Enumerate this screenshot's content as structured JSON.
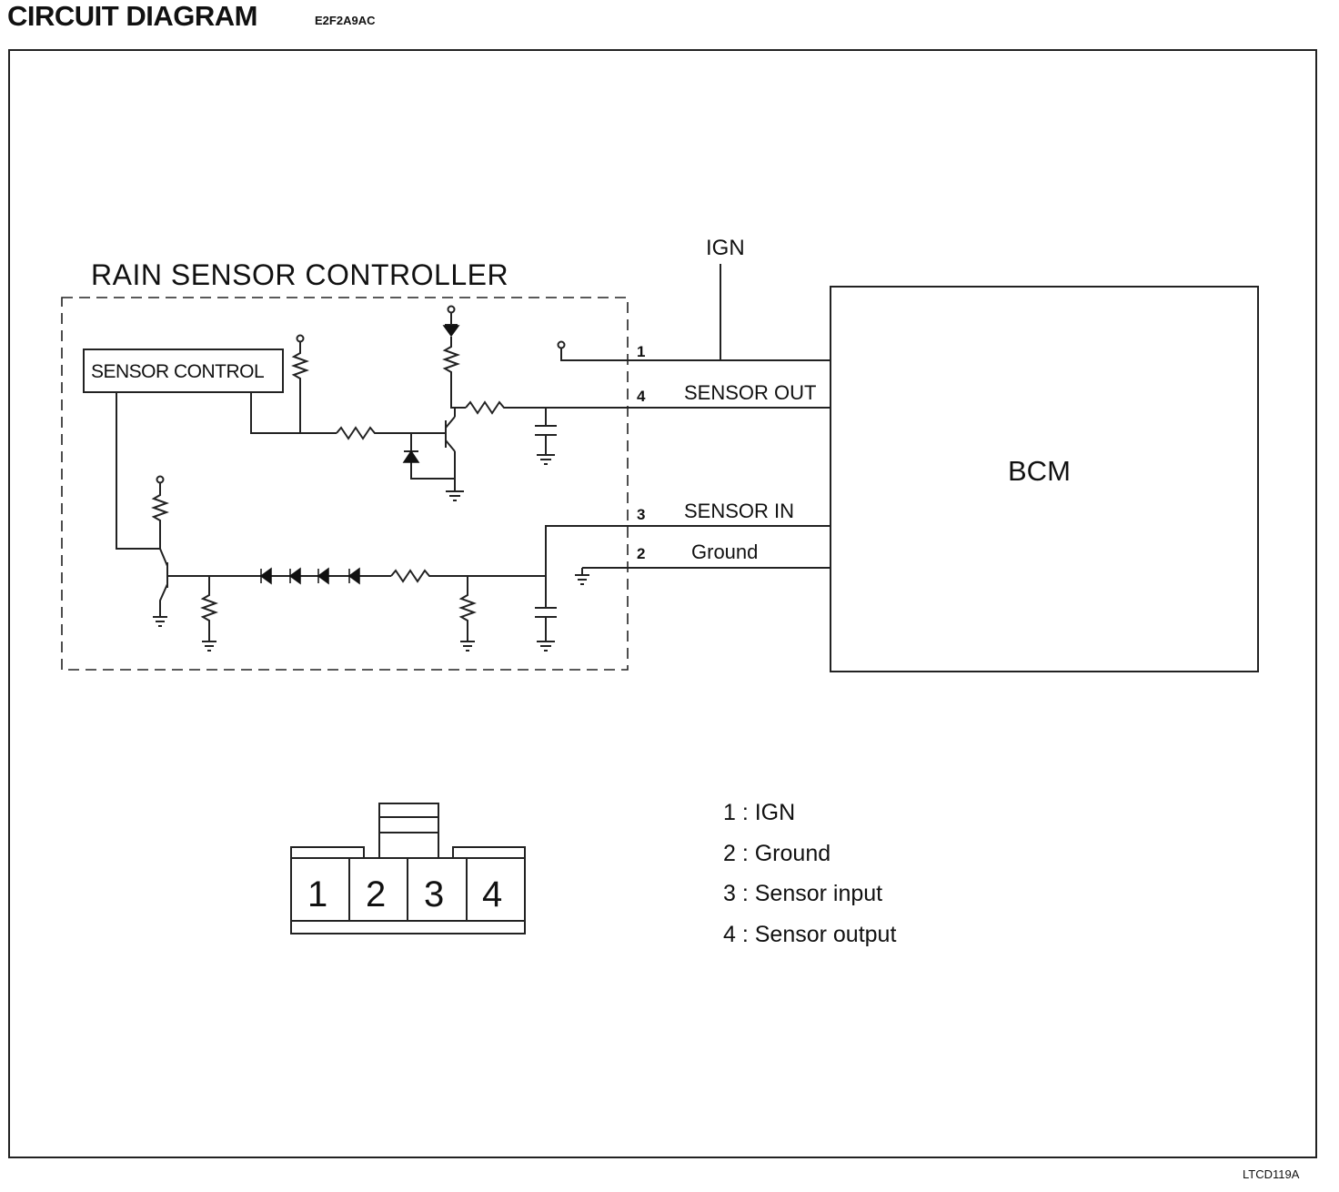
{
  "header": {
    "title": "CIRCUIT  DIAGRAM",
    "code": "E2F2A9AC"
  },
  "footer": {
    "figure_id": "LTCD119A"
  },
  "diagram": {
    "controller_label": "RAIN SENSOR CONTROLLER",
    "sensor_control_label": "SENSOR CONTROL",
    "ign_label": "IGN",
    "bcm_label": "BCM",
    "pins": [
      {
        "num": "1",
        "label": ""
      },
      {
        "num": "4",
        "label": "SENSOR OUT"
      },
      {
        "num": "3",
        "label": "SENSOR IN"
      },
      {
        "num": "2",
        "label": "Ground"
      }
    ]
  },
  "connector": {
    "cells": [
      "1",
      "2",
      "3",
      "4"
    ]
  },
  "legend": [
    "1 : IGN",
    "2 : Ground",
    "3 : Sensor input",
    "4 : Sensor output"
  ]
}
